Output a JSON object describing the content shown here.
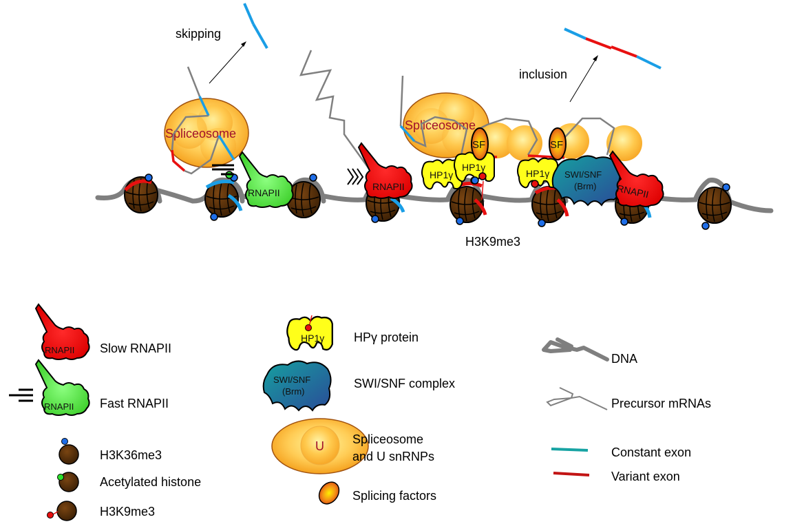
{
  "main": {
    "skipping_label": "skipping",
    "inclusion_label": "inclusion",
    "h3k9me3_label": "H3K9me3",
    "spliceosome_text": "Spliceosome",
    "sf_text": "SF",
    "rnapii_text": "RNAPII",
    "hp1_text": "HP1γ",
    "swisnf_line1": "SWI/SNF",
    "swisnf_line2": "(Brm)"
  },
  "legend": {
    "slow_rnapii": "Slow RNAPII",
    "fast_rnapii": "Fast RNAPII",
    "h3k36me3": "H3K36me3",
    "acetylated_histone": "Acetylated histone",
    "h3k9me3": "H3K9me3",
    "hp_protein": "HPγ protein",
    "swisnf_complex": "SWI/SNF complex",
    "spliceosome_line1": "Spliceosome",
    "spliceosome_line2": "and U snRNPs",
    "u_text": "U",
    "splicing_factors": "Splicing factors",
    "dna": "DNA",
    "precursor_mrnas": "Precursor mRNAs",
    "constant_exon": "Constant exon",
    "variant_exon": "Variant exon"
  },
  "colors": {
    "constant_exon": "#1a9ee6",
    "variant_exon": "#e81010",
    "legend_constant": "#17a3a3",
    "legend_variant": "#c21414",
    "dna": "#808080",
    "slow_rnapii": "#e81010",
    "fast_rnapii": "#4ddf3a",
    "hp1": "#ffff1a",
    "swisnf": "#1f7f98",
    "histone": "#4a2a08"
  }
}
